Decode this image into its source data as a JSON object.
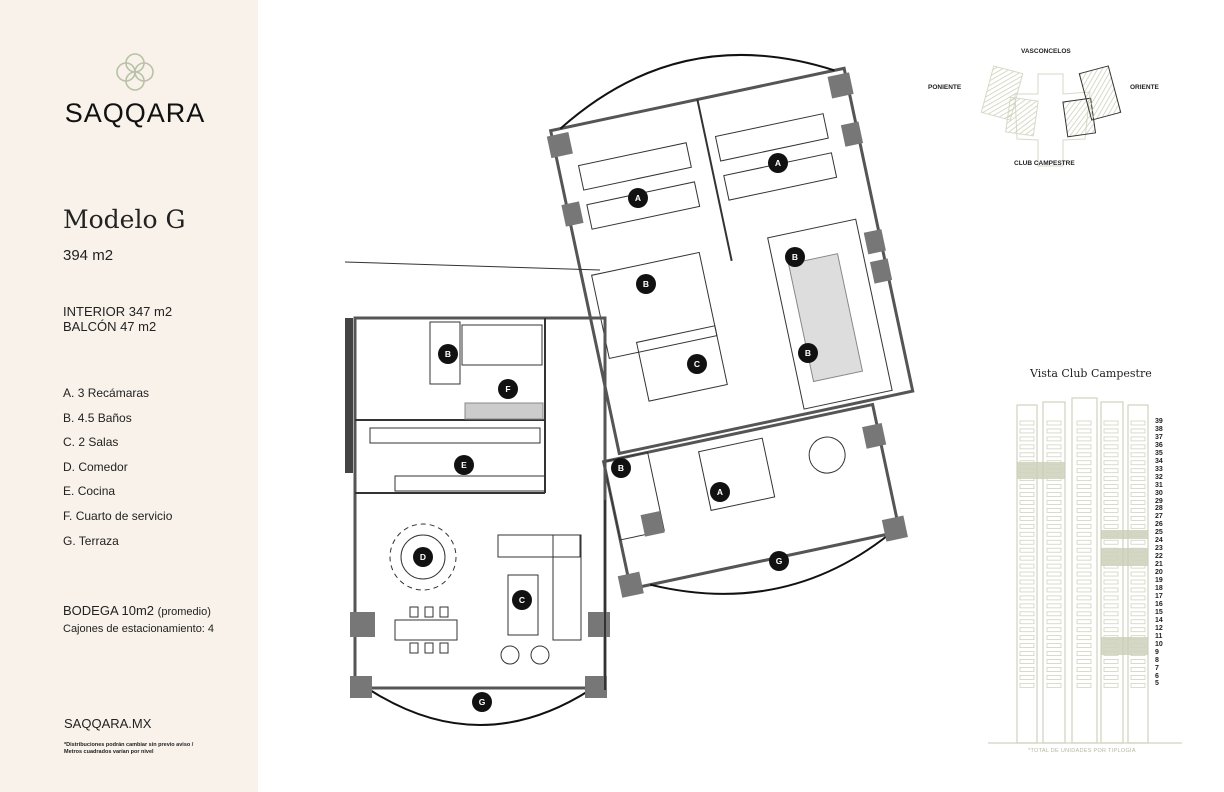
{
  "brand": {
    "name": "SAQQARA",
    "logo_icon": "interlocking-circles-icon",
    "accent_color": "#b9c2a6",
    "sidebar_bg": "#f8f2ea"
  },
  "model": {
    "title": "Modelo G",
    "total_area": "394 m2",
    "interior": "INTERIOR 347 m2",
    "balcony": "BALCÓN 47 m2"
  },
  "features": [
    {
      "key": "A.",
      "label": "3 Recámaras"
    },
    {
      "key": "B.",
      "label": "4.5 Baños"
    },
    {
      "key": "C.",
      "label": "2 Salas"
    },
    {
      "key": "D.",
      "label": "Comedor"
    },
    {
      "key": "E.",
      "label": "Cocina"
    },
    {
      "key": "F.",
      "label": "Cuarto de servicio"
    },
    {
      "key": "G.",
      "label": "Terraza"
    }
  ],
  "storage": {
    "bodega": "BODEGA 10m2",
    "bodega_note": "(promedio)",
    "parking": "Cajones de estacionamiento: 4"
  },
  "footer": {
    "website": "SAQQARA.MX",
    "disclaimer_line1": "*Distribuciones podrán cambiar sin previo aviso /",
    "disclaimer_line2": "Metros cuadrados varían por nivel"
  },
  "floor_plan": {
    "room_labels": [
      "A",
      "A",
      "A",
      "B",
      "B",
      "B",
      "B",
      "B",
      "C",
      "C",
      "D",
      "E",
      "F",
      "G",
      "G"
    ]
  },
  "orientation": {
    "north": "VASCONCELOS",
    "west": "PONIENTE",
    "east": "ORIENTE",
    "south": "CLUB CAMPESTRE"
  },
  "tower_view": {
    "title": "Vista Club Campestre",
    "floors": [
      "39",
      "38",
      "37",
      "36",
      "35",
      "34",
      "33",
      "32",
      "31",
      "30",
      "29",
      "28",
      "27",
      "26",
      "25",
      "24",
      "23",
      "22",
      "21",
      "20",
      "19",
      "18",
      "17",
      "16",
      "15",
      "14",
      "12",
      "11",
      "10",
      "9",
      "8",
      "7",
      "6",
      "5"
    ],
    "note": "*TOTAL DE UNIDADES POR TIPLOGÍA",
    "highlight_color": "#c9ceb6"
  }
}
